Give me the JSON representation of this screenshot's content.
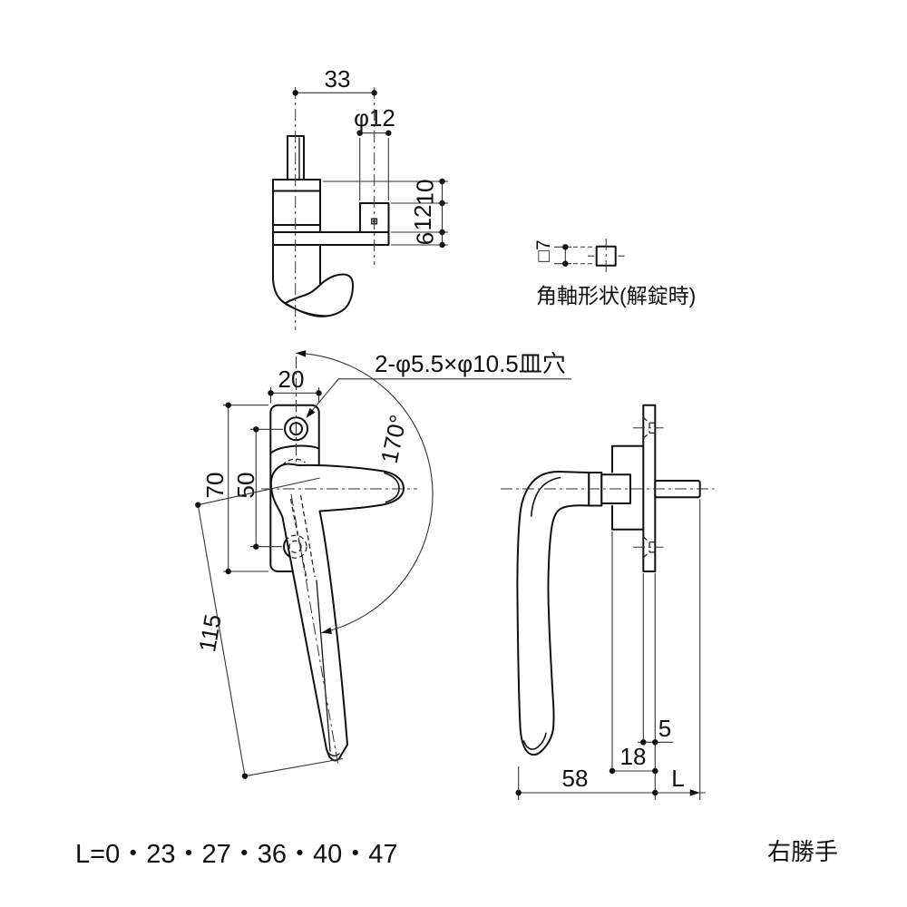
{
  "colors": {
    "line": "#111111",
    "thin_line": "#333333",
    "background": "#ffffff"
  },
  "top_view": {
    "dim_width": "33",
    "dim_diameter": "φ12",
    "dim_offset_top": "10",
    "dim_hub_depth": "12",
    "dim_flange_thickness": "6"
  },
  "shaft_section": {
    "dim_square": "□7",
    "caption": "角軸形状(解錠時)"
  },
  "front_view": {
    "holes_note": "2-φ5.5×φ10.5皿穴",
    "dim_plate_width": "20",
    "dim_plate_height": "70",
    "dim_hole_pitch": "50",
    "dim_lever_length": "115",
    "dim_rotation_angle": "170°"
  },
  "side_view": {
    "dim_plate_thickness": "5",
    "dim_base_depth": "18",
    "dim_total_depth": "58",
    "dim_shaft_length_label": "L"
  },
  "footer": {
    "length_options": "L=0・23・27・36・40・47",
    "handing": "右勝手"
  }
}
